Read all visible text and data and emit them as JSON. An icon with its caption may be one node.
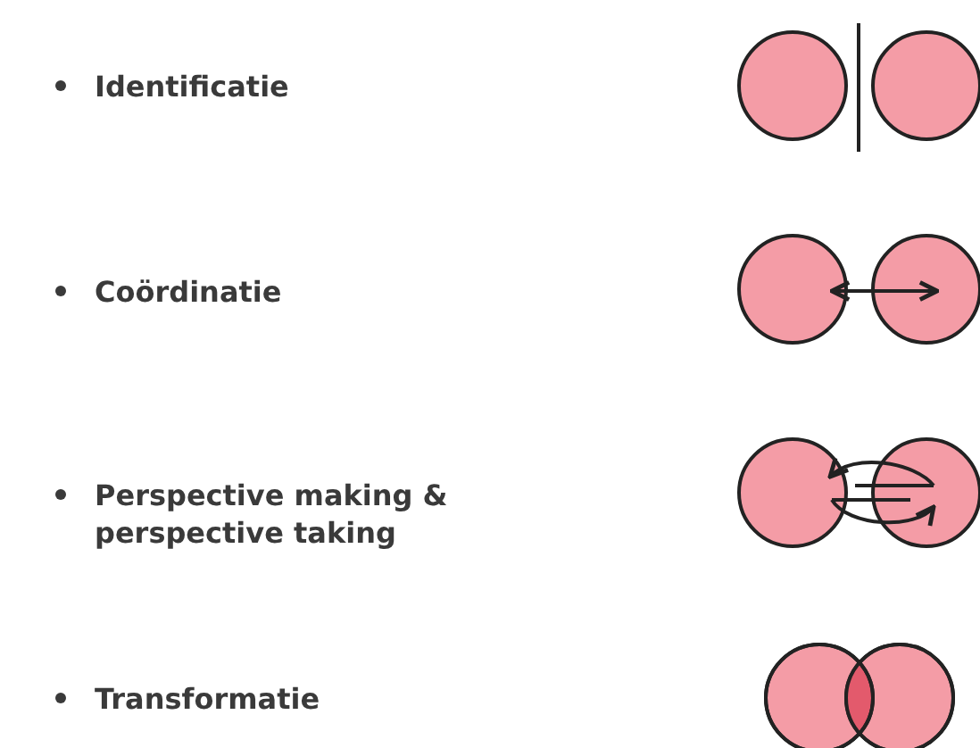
{
  "diagram": {
    "labels": [
      "Identificatie",
      "Coördinatie",
      "Perspective making & perspective taking",
      "Transformatie"
    ]
  }
}
